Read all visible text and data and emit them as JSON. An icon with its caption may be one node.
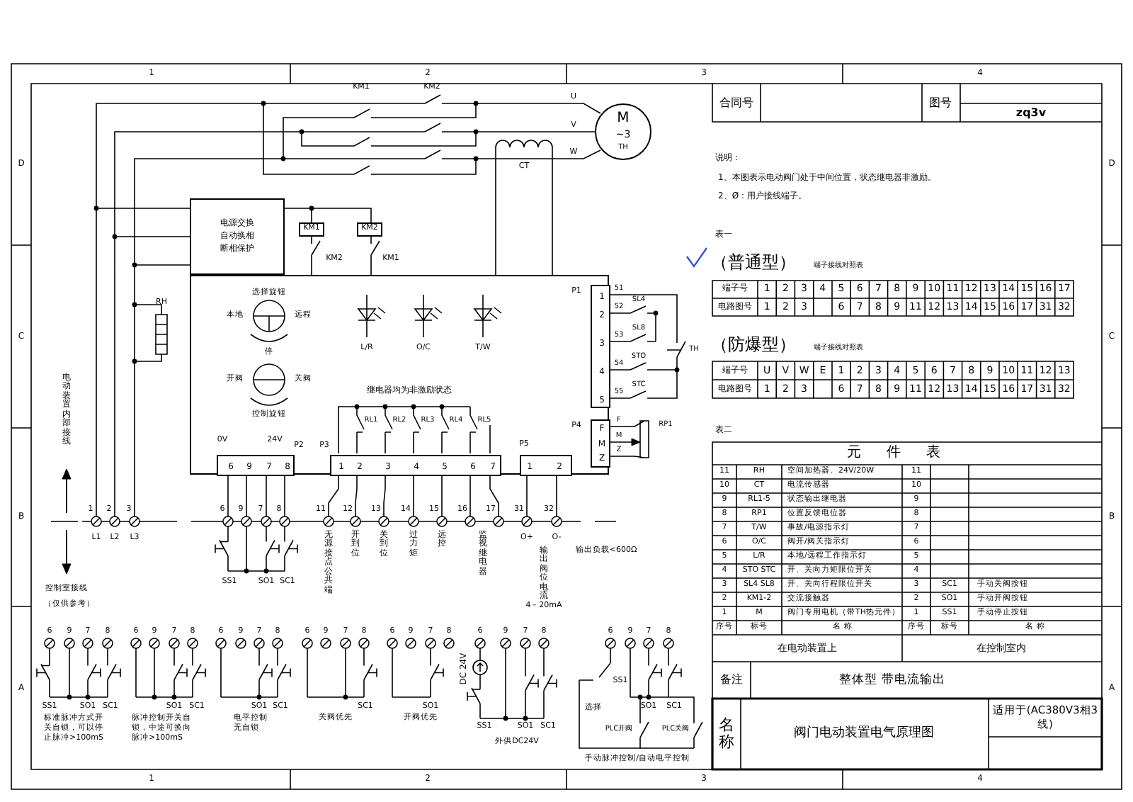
{
  "diagram": {
    "title": "阀门电动装置电气原理图",
    "nodes": [
      {
        "text": [
          "M",
          "~3",
          "TH"
        ]
      },
      {
        "text": [
          "电源交换",
          "自动换相",
          "断相保护"
        ]
      },
      {
        "text": [
          "KM1"
        ]
      },
      {
        "text": [
          "KM2"
        ]
      },
      {
        "text": [],
        "shape": "box"
      },
      {
        "text": [
          "1",
          "2",
          "3",
          "4",
          "5"
        ],
        "beside": [
          "P1"
        ],
        "in": 4
      },
      {
        "text": [
          "F",
          "M",
          "Z"
        ],
        "beside": [
          "P4"
        ],
        "in": 4
      },
      {
        "text": [
          "6",
          "9",
          "7",
          "8"
        ],
        "beside": [
          "P2"
        ],
        "in": 4
      },
      {
        "text": [
          "1",
          "2",
          "3",
          "4",
          "5",
          "6",
          "7"
        ],
        "beside": [
          "P3"
        ],
        "in": 4
      },
      {
        "text": [
          "1",
          "2"
        ],
        "beside": [
          "P5"
        ],
        "in": 4
      }
    ],
    "labels": [
      "1",
      "2",
      "3",
      "4",
      "D",
      "C",
      "B",
      "A",
      "D",
      "C",
      "B",
      "A",
      "1",
      "2",
      "3",
      "4",
      "KM1",
      "KM2",
      "U",
      "V",
      "W",
      "CT",
      "KM2",
      "KM1",
      "RH",
      "选择旋钮",
      "本地",
      "远程",
      "停",
      "开阀",
      "关阀",
      "控制旋钮",
      "L/R",
      "O/C",
      "T/W",
      "继电器均为非激励状态",
      "RL1",
      "RL2",
      "RL3",
      "RL4",
      "RL5",
      "51",
      "52",
      "53",
      "54",
      "55",
      "SL4",
      "SL8",
      "STO",
      "STC",
      "TH",
      "F",
      "M",
      "Z",
      "RP1",
      "0V",
      "24V",
      "电动装置内部接线",
      "1",
      "2",
      "3",
      "L1",
      "L2",
      "L3",
      "6",
      "9",
      "7",
      "8",
      "11",
      "12",
      "13",
      "14",
      "15",
      "16",
      "17",
      "31",
      "32",
      "无源接点公共端",
      "开到位",
      "关到位",
      "过力矩",
      "远控",
      "监视继电器",
      "O+",
      "O-",
      "输出阀位电流",
      "4－20mA",
      "输出负载<600Ω",
      "SS1",
      "SO1",
      "SC1",
      "控制室接线",
      "（仅供参考）",
      "6",
      "9",
      "7",
      "8",
      "SS1",
      "SO1",
      "SC1",
      "标准脉冲方式开关自锁，可以停止脉冲>100mS",
      "6",
      "9",
      "7",
      "8",
      "SO1",
      "SC1",
      "脉冲控制开关自锁，中途可换向脉冲>100mS",
      "6",
      "9",
      "7",
      "8",
      "SO1",
      "SC1",
      "电平控制无自锁",
      "6",
      "9",
      "7",
      "8",
      "SC1",
      "关阀优先",
      "6",
      "9",
      "7",
      "8",
      "SO1",
      "开阀优先",
      "6",
      "9",
      "7",
      "8",
      "DC 24V",
      "SS1",
      "SO1",
      "SC1",
      "外供DC24V",
      "6",
      "9",
      "7",
      "8",
      "SS1",
      "选择",
      "SO1",
      "SC1",
      "PLC开阀",
      "PLC关阀",
      "手动脉冲控制/自动电平控制",
      "合同号",
      "图号",
      "zq3v",
      "说明：",
      "1、本图表示电动阀门处于中间位置，状态继电器非激励。",
      "2、Ø：用户接线端子。",
      "表一",
      "（普通型）",
      "端子接线对照表",
      "端子号",
      "1",
      "2",
      "3",
      "4",
      "5",
      "6",
      "7",
      "8",
      "9",
      "10",
      "11",
      "12",
      "13",
      "14",
      "15",
      "16",
      "17",
      "电路图号",
      "1",
      "2",
      "3",
      "6",
      "7",
      "8",
      "9",
      "11",
      "12",
      "13",
      "14",
      "15",
      "16",
      "17",
      "31",
      "32",
      "（防爆型）",
      "端子接线对照表",
      "端子号",
      "U",
      "V",
      "W",
      "E",
      "1",
      "2",
      "3",
      "4",
      "5",
      "6",
      "7",
      "8",
      "9",
      "10",
      "11",
      "12",
      "13",
      "电路图号",
      "1",
      "2",
      "3",
      "6",
      "7",
      "8",
      "9",
      "11",
      "12",
      "13",
      "14",
      "15",
      "16",
      "17",
      "31",
      "32",
      "表二",
      "元件表",
      "11",
      "RH",
      "空间加热器、24V/20W",
      "11",
      "10",
      "CT",
      "电流传感器",
      "10",
      "9",
      "RL1-5",
      "状态输出继电器",
      "9",
      "8",
      "RP1",
      "位置反馈电位器",
      "8",
      "7",
      "T/W",
      "事故/电源指示灯",
      "7",
      "6",
      "O/C",
      "阀开/阀关指示灯",
      "6",
      "5",
      "L/R",
      "本地/远程工作指示灯",
      "5",
      "4",
      "STO STC",
      "开、关向力矩限位开关",
      "4",
      "3",
      "SL4 SL8",
      "开、关向行程限位开关",
      "3",
      "SC1",
      "手动关阀按钮",
      "2",
      "KM1-2",
      "交流接触器",
      "2",
      "SO1",
      "手动开阀按钮",
      "1",
      "M",
      "阀门专用电机（带TH热元件）",
      "1",
      "SS1",
      "手动停止按钮",
      "序号",
      "标号",
      "名 称",
      "序号",
      "标号",
      "名 称",
      "在电动装置上",
      "在控制室内",
      "备注",
      "整体型 带电流输出",
      "名称",
      "适用于(AC380V3相3线)"
    ]
  }
}
